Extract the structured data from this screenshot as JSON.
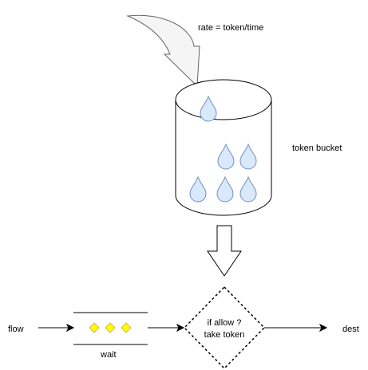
{
  "diagram": {
    "rate_label": "rate = token/time",
    "bucket_label": "token bucket",
    "flow_label": "flow",
    "wait_label": "wait",
    "decision_line1": "if allow ?",
    "decision_line2": "take token",
    "dest_label": "dest",
    "token_count": 6,
    "queued_items": 3
  },
  "colors": {
    "stroke": "#000000",
    "token_fill": "#dae8fc",
    "token_stroke": "#6c8ebf",
    "queue_item_fill": "#ffff00",
    "queue_item_stroke": "#d6b656",
    "curved_arrow_fill": "#f5f5f5",
    "curved_arrow_stroke": "#666666"
  }
}
